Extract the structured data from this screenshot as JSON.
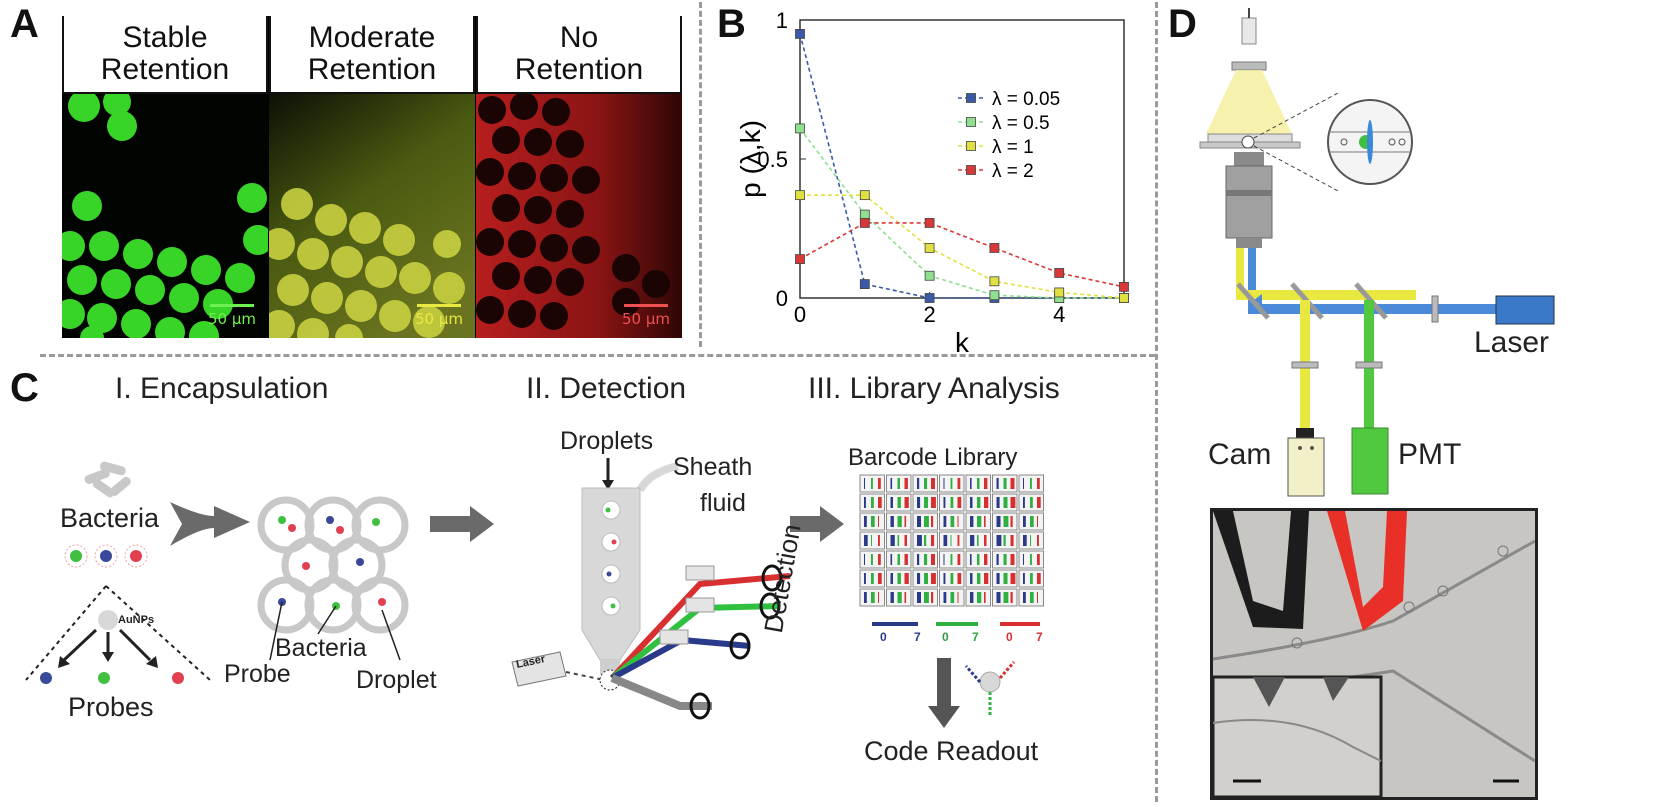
{
  "panel_labels": {
    "a": "A",
    "b": "B",
    "c": "C",
    "d": "D"
  },
  "panel_a": {
    "columns": [
      {
        "title_line1": "Stable",
        "title_line2": "Retention",
        "scale_bar": "50 μm",
        "color": "#3cdc28"
      },
      {
        "title_line1": "Moderate",
        "title_line2": "Retention",
        "scale_bar": "50 μm",
        "color": "#d8e030"
      },
      {
        "title_line1": "No",
        "title_line2": "Retention",
        "scale_bar": "50 μm",
        "color": "#d02828"
      }
    ]
  },
  "chart_data": {
    "type": "line",
    "xlabel": "k",
    "ylabel": "p (λ,k)",
    "xlim": [
      0,
      5
    ],
    "ylim": [
      0,
      1
    ],
    "x_ticks": [
      0,
      2,
      4
    ],
    "y_ticks": [
      0,
      0.5,
      1
    ],
    "y_tick_labels": [
      "0",
      "0.5",
      "1"
    ],
    "legend_position": "top-right",
    "x": [
      0,
      1,
      2,
      3,
      4,
      5
    ],
    "series": [
      {
        "name": "λ = 0.05",
        "color": "#3a5aa8",
        "values": [
          0.95,
          0.05,
          0.0,
          0.0,
          0.0,
          0.0
        ]
      },
      {
        "name": "λ = 0.5",
        "color": "#8ee08e",
        "values": [
          0.61,
          0.3,
          0.08,
          0.01,
          0.0,
          0.0
        ]
      },
      {
        "name": "λ = 1",
        "color": "#e0e040",
        "values": [
          0.37,
          0.37,
          0.18,
          0.06,
          0.02,
          0.0
        ]
      },
      {
        "name": "λ = 2",
        "color": "#d83838",
        "values": [
          0.14,
          0.27,
          0.27,
          0.18,
          0.09,
          0.04
        ]
      }
    ]
  },
  "panel_c": {
    "step1": "I. Encapsulation",
    "step2": "II. Detection",
    "step3": "III. Library Analysis",
    "bacteria": "Bacteria",
    "aunps": "AuNPs",
    "probes": "Probes",
    "probe": "Probe",
    "bacteria2": "Bacteria",
    "droplet": "Droplet",
    "droplets": "Droplets",
    "sheath_line1": "Sheath",
    "sheath_line2": "fluid",
    "laser_box": "Laser",
    "detection": "Detection",
    "barcode_library": "Barcode Library",
    "axis_min": "0",
    "axis_max": "7",
    "code_readout": "Code Readout"
  },
  "panel_d": {
    "laser": "Laser",
    "cam": "Cam",
    "pmt": "PMT"
  }
}
